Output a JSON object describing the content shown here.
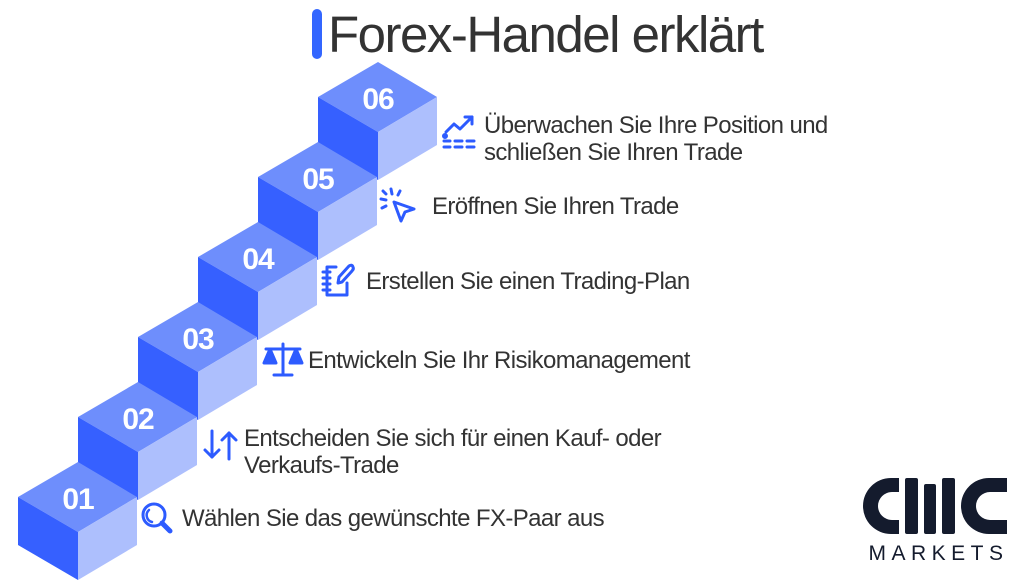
{
  "header": {
    "title": "Forex-Handel erklärt",
    "accent_color": "#3366ff"
  },
  "colors": {
    "top_face": "#6e8efc",
    "left_face": "#3660ff",
    "right_face": "#adbffd",
    "icon": "#2d5bff",
    "text": "#333333",
    "logo": "#141b2d"
  },
  "steps": [
    {
      "number": "01",
      "icon": "magnifier-icon",
      "lines": [
        "Wählen Sie das gewünschte FX-Paar aus"
      ]
    },
    {
      "number": "02",
      "icon": "up-down-arrows-icon",
      "lines": [
        "Entscheiden Sie sich für einen Kauf- oder",
        "Verkaufs-Trade"
      ]
    },
    {
      "number": "03",
      "icon": "balance-scale-icon",
      "lines": [
        "Entwickeln Sie Ihr Risikomanagement"
      ]
    },
    {
      "number": "04",
      "icon": "notebook-pen-icon",
      "lines": [
        "Erstellen Sie einen Trading-Plan"
      ]
    },
    {
      "number": "05",
      "icon": "cursor-click-icon",
      "lines": [
        "Eröffnen Sie Ihren Trade"
      ]
    },
    {
      "number": "06",
      "icon": "trend-chart-icon",
      "lines": [
        "Überwachen Sie Ihre Position und",
        "schließen Sie Ihren Trade"
      ]
    }
  ],
  "logo": {
    "mark": "CMC",
    "subtitle": "MARKETS"
  }
}
